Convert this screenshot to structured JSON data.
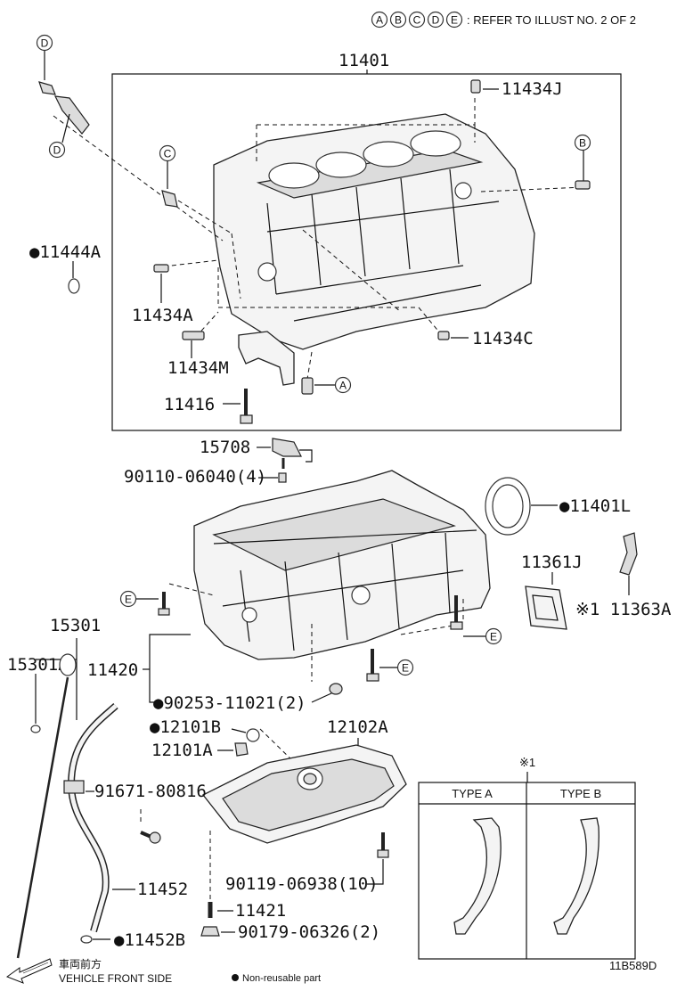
{
  "header": {
    "refer_letters": [
      "A",
      "B",
      "C",
      "D",
      "E"
    ],
    "refer_text": ": REFER TO ILLUST NO. 2 OF 2"
  },
  "parts": {
    "p11401": "11401",
    "p11434J": "11434J",
    "p11444A": "●11444A",
    "p11434A": "11434A",
    "p11434M": "11434M",
    "p11434C": "11434C",
    "p11416": "11416",
    "p15708": "15708",
    "p90110": "90110-06040(4)",
    "p11401L": "●11401L",
    "p11361J": "11361J",
    "p11363A": "※1 11363A",
    "p15301": "15301",
    "p15301A": "15301A",
    "p11420": "11420",
    "p90253": "●90253-11021(2)",
    "p12101B": "●12101B",
    "p12101A": "12101A",
    "p12102A": "12102A",
    "p91671": "91671-80816",
    "p11452": "11452",
    "p90119": "90119-06938(10)",
    "p11421": "11421",
    "p90179": "90179-06326(2)",
    "p11452B": "●11452B"
  },
  "callouts": {
    "D1": "D",
    "D2": "D",
    "C": "C",
    "B": "B",
    "A": "A",
    "E1": "E",
    "E2": "E",
    "E3": "E"
  },
  "inset": {
    "mark": "※1",
    "type_a": "TYPE A",
    "type_b": "TYPE B"
  },
  "footer": {
    "front_jp": "車両前方",
    "front_en": "VEHICLE FRONT SIDE",
    "legend": "Non-reusable part",
    "code": "11B589D"
  }
}
